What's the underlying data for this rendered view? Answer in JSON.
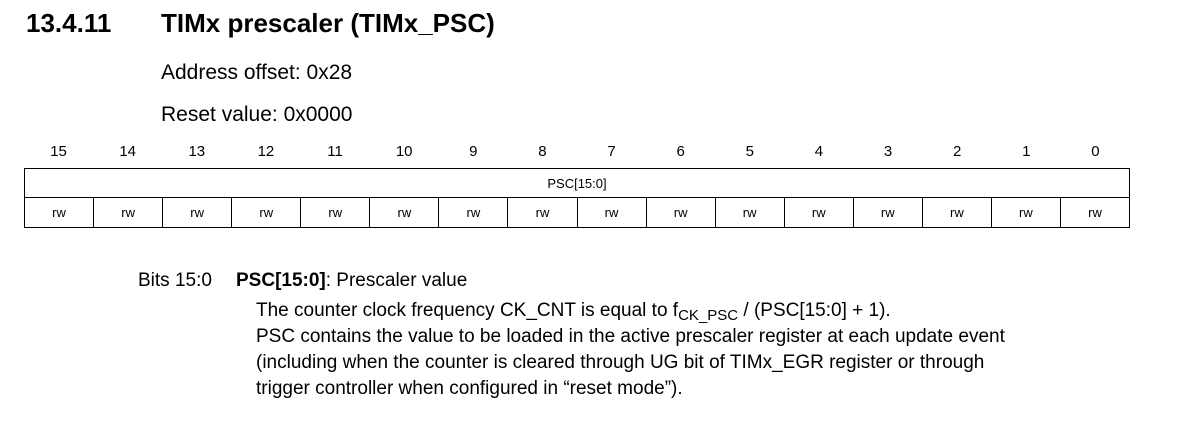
{
  "section": {
    "number": "13.4.11",
    "title": "TIMx prescaler (TIMx_PSC)"
  },
  "address_offset": "Address offset: 0x28",
  "reset_value": "Reset value: 0x0000",
  "register": {
    "bit_numbers": [
      "15",
      "14",
      "13",
      "12",
      "11",
      "10",
      "9",
      "8",
      "7",
      "6",
      "5",
      "4",
      "3",
      "2",
      "1",
      "0"
    ],
    "field_name": "PSC[15:0]",
    "access": [
      "rw",
      "rw",
      "rw",
      "rw",
      "rw",
      "rw",
      "rw",
      "rw",
      "rw",
      "rw",
      "rw",
      "rw",
      "rw",
      "rw",
      "rw",
      "rw"
    ]
  },
  "description": {
    "bit_range": "Bits 15:0",
    "field": "PSC[15:0]",
    "field_suffix": ": Prescaler value",
    "formula_prefix": "The counter clock frequency CK_CNT is equal to f",
    "formula_subscript": "CK_PSC",
    "formula_suffix": " / (PSC[15:0] + 1).",
    "line2": "PSC contains the value to be loaded in the active prescaler register at each update event",
    "line3": "(including when the counter is cleared through UG bit of TIMx_EGR register or through",
    "line4": "trigger controller when configured in “reset mode”)."
  }
}
